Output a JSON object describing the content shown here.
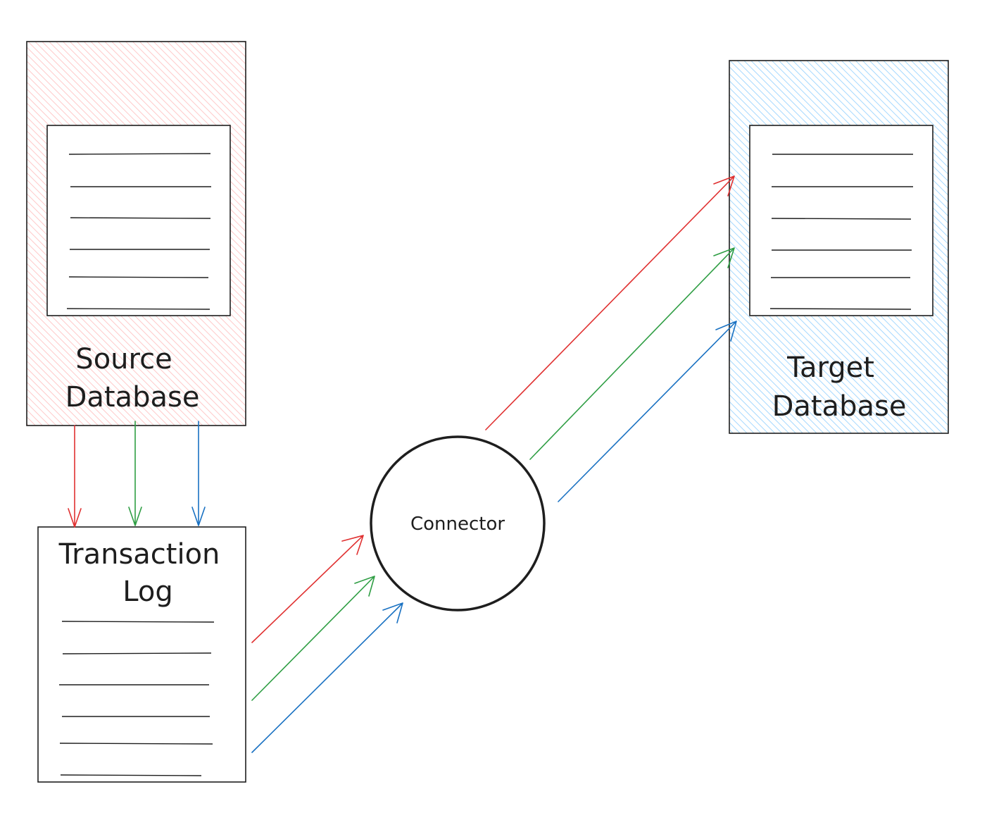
{
  "nodes": {
    "source_db": {
      "label_line1": "Source",
      "label_line2": "Database"
    },
    "transaction_log": {
      "label_line1": "Transaction",
      "label_line2": "Log"
    },
    "connector": {
      "label": "Connector"
    },
    "target_db": {
      "label_line1": "Target",
      "label_line2": "Database"
    }
  },
  "colors": {
    "source_fill": "#ffc9c9",
    "target_fill": "#a5d8ff",
    "stroke": "#1e1e1e",
    "arrow_red": "#e03131",
    "arrow_green": "#2f9e44",
    "arrow_blue": "#1971c2"
  }
}
